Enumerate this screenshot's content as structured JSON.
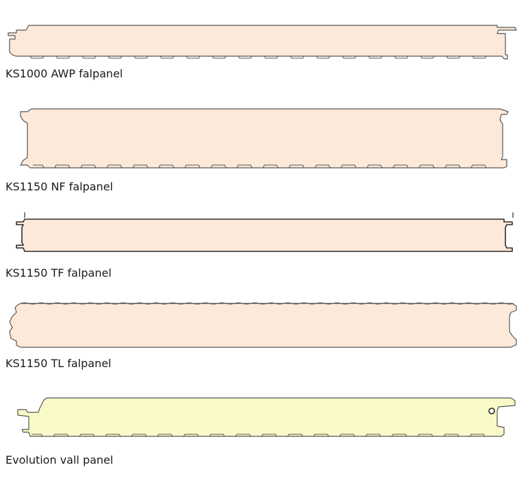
{
  "panels": [
    {
      "label": "KS1000 AWP falpanel",
      "fill": "#fde9d9",
      "outline": "#555555"
    },
    {
      "label": "KS1150 NF falpanel",
      "fill": "#fde9d9",
      "outline": "#555555"
    },
    {
      "label": "KS1150 TF falpanel",
      "fill": "#fde9d9",
      "outline": "#2b2b2b"
    },
    {
      "label": "KS1150 TL falpanel",
      "fill": "#fde9d9",
      "outline": "#555555"
    },
    {
      "label": "Evolution vall panel",
      "fill": "#fafac8",
      "outline": "#555555"
    }
  ]
}
